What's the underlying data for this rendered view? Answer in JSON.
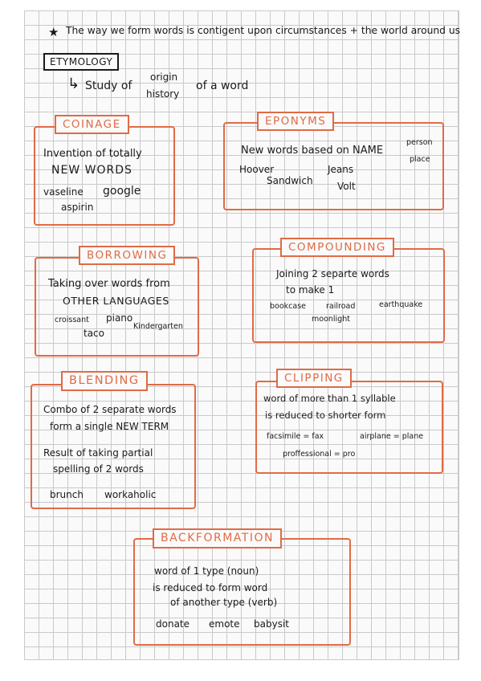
{
  "header": {
    "star": "★",
    "text": "The way we form words is contigent upon circumstances + the world around us"
  },
  "etymology": {
    "label": "ETYMOLOGY",
    "arrow": "↳",
    "study_of": "Study of",
    "origin": "origin",
    "history": "history",
    "of_a_word": "of a word"
  },
  "coinage": {
    "title": "COINAGE",
    "line1": "Invention of totally",
    "line2": "NEW WORDS",
    "ex1": "vaseline",
    "ex2": "google",
    "ex3": "aspirin"
  },
  "eponyms": {
    "title": "EPONYMS",
    "line1": "New words based on NAME",
    "person": "person",
    "place": "place",
    "ex1": "Hoover",
    "ex2": "Jeans",
    "ex3": "Sandwich",
    "ex4": "Volt"
  },
  "borrowing": {
    "title": "BORROWING",
    "line1": "Taking over words from",
    "line2": "OTHER LANGUAGES",
    "ex1": "croissant",
    "ex2": "piano",
    "ex3": "Kindergarten",
    "ex4": "taco"
  },
  "compounding": {
    "title": "COMPOUNDING",
    "line1": "Joining 2 separte words",
    "line2": "to make 1",
    "ex1": "bookcase",
    "ex2": "railroad",
    "ex3": "earthquake",
    "ex4": "moonlight"
  },
  "blending": {
    "title": "BLENDING",
    "line1": "Combo of 2 separate words",
    "line2": "form a single NEW TERM",
    "line3": "Result of taking partial",
    "line4": "spelling of 2 words",
    "ex1": "brunch",
    "ex2": "workaholic"
  },
  "clipping": {
    "title": "CLIPPING",
    "line1": "word of more than 1 syllable",
    "line2": "is reduced to shorter form",
    "ex1": "facsimile = fax",
    "ex2": "airplane = plane",
    "ex3": "proffessional = pro"
  },
  "backformation": {
    "title": "BACKFORMATION",
    "line1": "word of 1 type (noun)",
    "line2": "is reduced to form word",
    "line3": "of another type (verb)",
    "ex1": "donate",
    "ex2": "emote",
    "ex3": "babysit"
  }
}
